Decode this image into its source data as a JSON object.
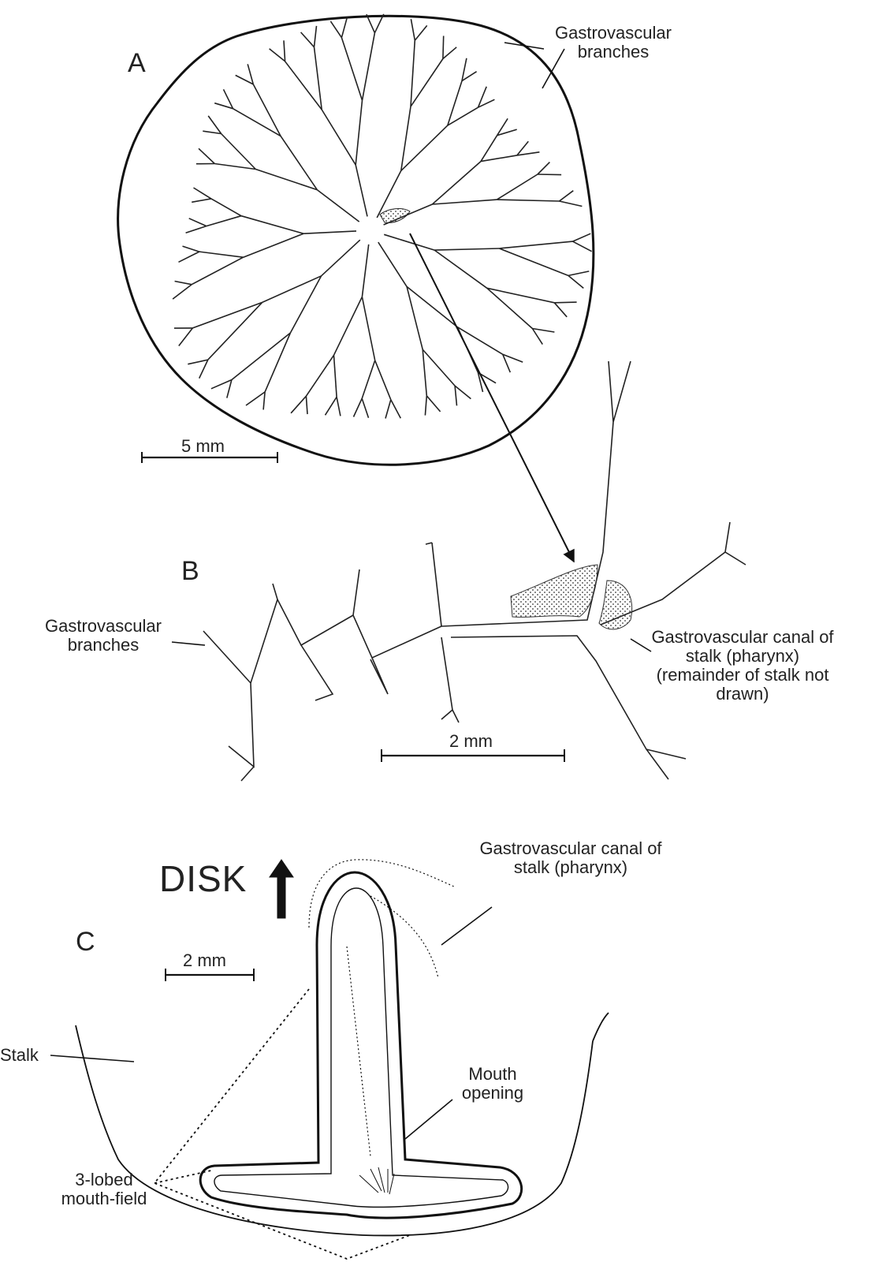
{
  "panels": {
    "a": {
      "letter": "A",
      "scale_bar": "5 mm",
      "label_branches": "Gastrovascular\nbranches"
    },
    "b": {
      "letter": "B",
      "scale_bar": "2 mm",
      "label_branches": "Gastrovascular\nbranches",
      "label_canal": "Gastrovascular canal of\nstalk (pharynx)\n(remainder of stalk not\ndrawn)"
    },
    "c": {
      "letter": "C",
      "scale_bar": "2 mm",
      "direction": "DISK",
      "label_canal": "Gastrovascular canal of\nstalk (pharynx)",
      "label_stalk": "Stalk",
      "label_mouth": "Mouth\nopening",
      "label_mouthfield": "3-lobed\nmouth-field"
    }
  }
}
